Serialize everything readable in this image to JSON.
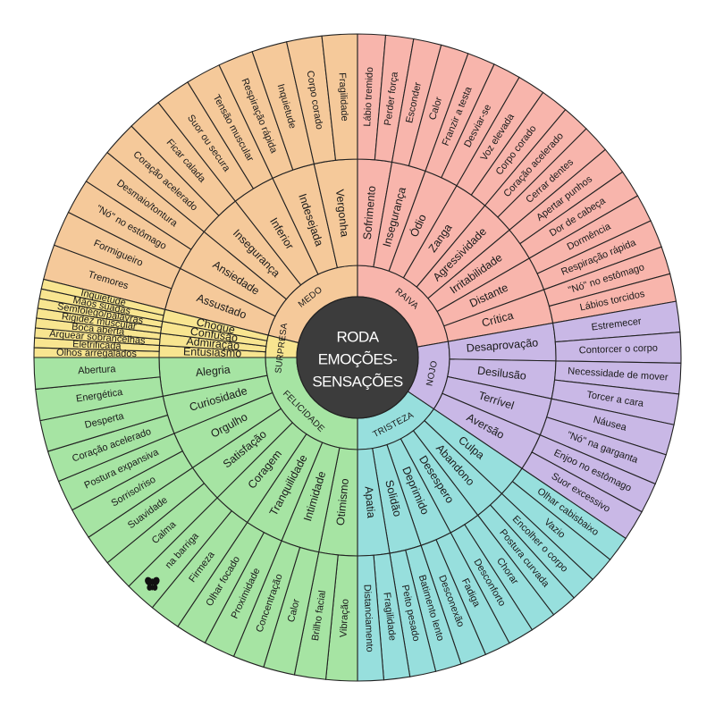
{
  "center": {
    "lines": [
      "RODA",
      "EMOÇÕES-",
      "SENSAÇÕES"
    ]
  },
  "icons": {
    "butterfly": "butterfly-icon"
  },
  "categories": [
    {
      "name": "MEDO",
      "color": "#f5c99a",
      "middle": [
        "Assustado",
        "Ansiedade",
        "Insegurança",
        "Inferior",
        "Indesejada",
        "Vergonha"
      ],
      "outer": [
        "Tremores",
        "Formigueiro",
        "\"Nó\" no estômago",
        "Desmaio/tontura",
        "Coração acelerado",
        "Ficar calada",
        "Suor ou secura",
        "Tensão muscular",
        "Respiração rápida",
        "Inquietude",
        "Corpo corado",
        "Fragilidade"
      ]
    },
    {
      "name": "RAIVA",
      "color": "#f8b5ac",
      "middle": [
        "Sofrimento",
        "Insegurança",
        "Ódio",
        "Zanga",
        "Agressividade",
        "Irritabilidade",
        "Distante",
        "Crítica"
      ],
      "outer": [
        "Lábio tremido",
        "Perder força",
        "Esconder",
        "Calor",
        "Franzir a testa",
        "Desviar-se",
        "Voz elevada",
        "Corpo corado",
        "Coração acelerado",
        "Cerrar dentes",
        "Apertar punhos",
        "Dor de cabeça",
        "Dormência",
        "Respiração rápida",
        "\"Nó\" no estômago",
        "Lábios torcidos"
      ]
    },
    {
      "name": "NOJO",
      "color": "#c9b8e6",
      "middle": [
        "Desaprovação",
        "Desilusão",
        "Terrível",
        "Aversão"
      ],
      "outer": [
        "Estremecer",
        "Contorcer o corpo",
        "Necessidade de mover",
        "Torcer a cara",
        "Náusea",
        "\"Nó\" na garganta",
        "Enjoo no estômago",
        "Suor excessivo"
      ]
    },
    {
      "name": "TRISTEZA",
      "color": "#97dfdd",
      "middle": [
        "Culpa",
        "Abandono",
        "Desespero",
        "Deprimido",
        "Solidão",
        "Apatia"
      ],
      "outer": [
        "Olhar cabisbaixo",
        "Vazio",
        "Encolher o corpo",
        "Postura curvada",
        "Chorar",
        "Desconforto",
        "Fadiga",
        "Desconexão",
        "Batimento lento",
        "Peito pesado",
        "Fragilidade",
        "Distanciamento"
      ]
    },
    {
      "name": "FELICIDADE",
      "color": "#a6e4a3",
      "middle": [
        "Otimismo",
        "Intimidade",
        "Tranquilidade",
        "Coragem",
        "Satisfação",
        "Orgulho",
        "Curiosidade",
        "Alegria"
      ],
      "outer": [
        "Vibração",
        "Brilho facial",
        "Calor",
        "Concentração",
        "Proximidade",
        "Olhar focado",
        "Firmeza",
        "na barriga",
        "Calma",
        "Suavidade",
        "Sorriso/riso",
        "Postura expansiva",
        "Coração acelerado",
        "Desperta",
        "Energética",
        "Abertura"
      ]
    },
    {
      "name": "SURPRESA",
      "color": "#f8e590",
      "middle": [
        "Entusiasmo",
        "Admiração",
        "Confusão",
        "Choque"
      ],
      "outer": [
        "Olhos arregalados",
        "Eletrificada",
        "Arquear sobrancelhas",
        "Boca aberta",
        "Rigidez muscular",
        "Semfôlego/palavras",
        "Mãos suadas",
        "Inquietude"
      ]
    }
  ]
}
